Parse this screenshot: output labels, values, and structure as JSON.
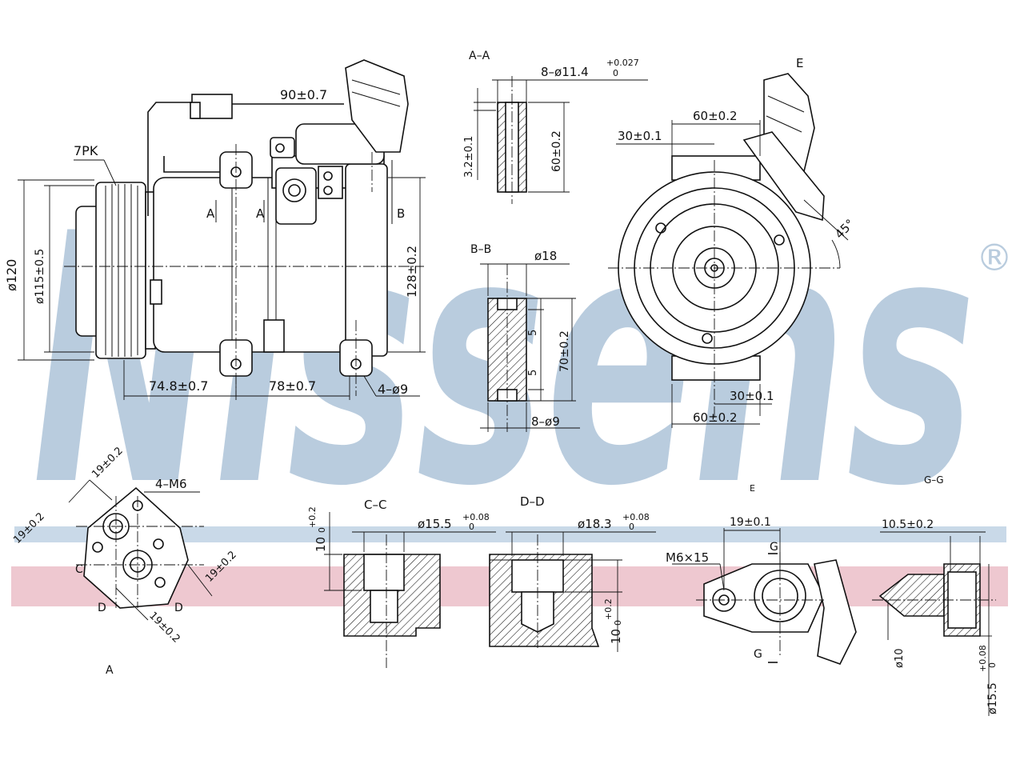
{
  "brand": {
    "watermark": "Nissens",
    "registered_mark": "®",
    "watermark_color": "#b9ccde",
    "band_blue_color": "#c9d9e8",
    "band_red_color": "#eec8d0"
  },
  "main_view": {
    "belt": "7PK",
    "dia_outer": "ø120",
    "dia_pulley": "ø115±0.5",
    "width_top": "90±0.7",
    "height_right": "128±0.2",
    "len_left": "74.8±0.7",
    "len_right": "78±0.7",
    "holes": "4–ø9",
    "section_a": "A",
    "section_b": "B"
  },
  "section_aa": {
    "title": "A–A",
    "hole": "8–ø11.4",
    "tol_upper": "+0.027",
    "tol_lower": "0",
    "thick": "3.2±0.1",
    "height": "60±0.2"
  },
  "section_bb": {
    "title": "B–B",
    "dia": "ø18",
    "gap1": "5",
    "gap2": "5",
    "height": "70±0.2",
    "holes": "8–ø9"
  },
  "end_view": {
    "label_e": "E",
    "width_top": "60±0.2",
    "offset_top": "30±0.1",
    "angle": "45°",
    "offset_bottom": "30±0.1",
    "width_bottom": "60±0.2"
  },
  "detail_a": {
    "label": "A",
    "top_dim": "19±0.2",
    "left_dim": "19±0.2",
    "thread": "4–M6",
    "right_dim": "19±0.2",
    "bottom_dim": "19±0.2",
    "c": "C",
    "d1": "D",
    "d2": "D"
  },
  "section_cc": {
    "title": "C–C",
    "dia": "ø15.5",
    "tol_upper": "+0.08",
    "tol_lower": "0",
    "depth": "10",
    "depth_tol_upper": "+0.2",
    "depth_tol_lower": "0"
  },
  "section_dd": {
    "title": "D–D",
    "dia": "ø18.3",
    "tol_upper": "+0.08",
    "tol_lower": "0",
    "depth": "10",
    "depth_tol_upper": "+0.2",
    "depth_tol_lower": "0"
  },
  "detail_e": {
    "label": "E",
    "dim": "19±0.1",
    "thread": "M6×15",
    "g1": "G",
    "g2": "G"
  },
  "section_gg": {
    "title": "G–G",
    "dim": "10.5±0.2",
    "dia_small": "ø10",
    "dia": "ø15.5",
    "tol_upper": "+0.08",
    "tol_lower": "0"
  }
}
